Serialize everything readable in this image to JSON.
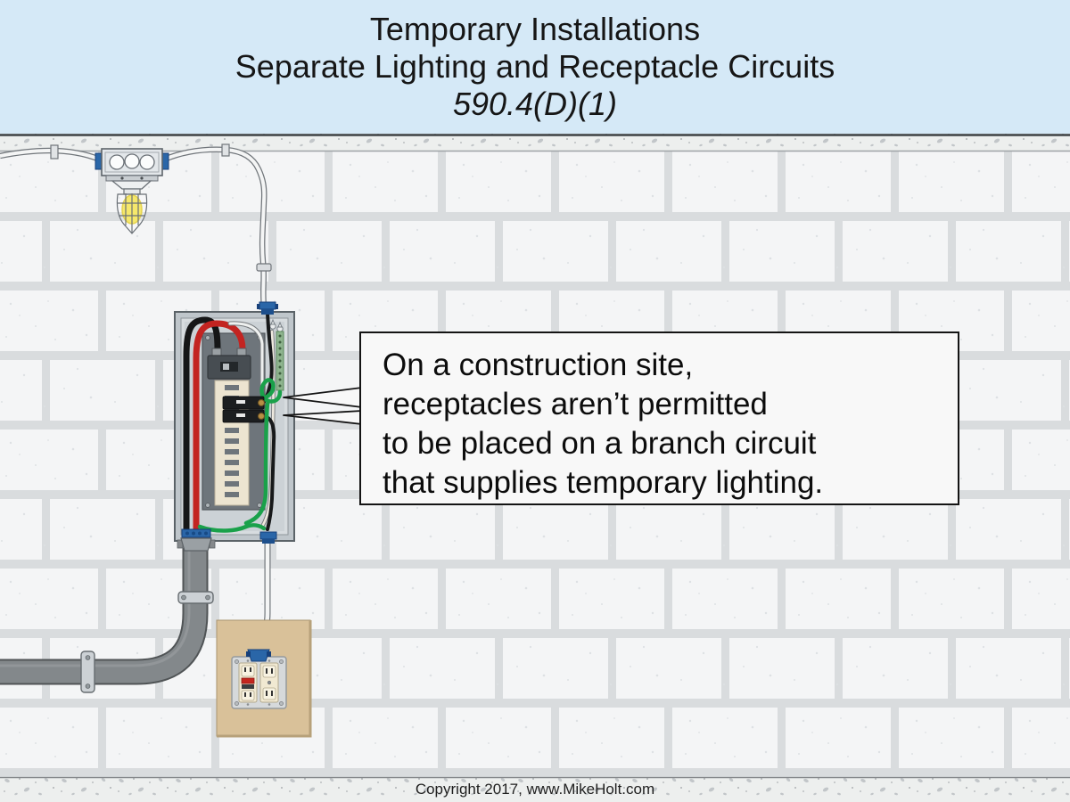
{
  "header": {
    "title_line1": "Temporary Installations",
    "title_line2": "Separate Lighting and Receptacle Circuits",
    "code_reference": "590.4(D)(1)"
  },
  "callout": {
    "lines": [
      "On a construction site,",
      "receptacles aren’t permitted",
      "to be placed on a branch circuit",
      "that supplies temporary lighting."
    ]
  },
  "footer": {
    "copyright": "Copyright 2017, www.MikeHolt.com"
  },
  "colors": {
    "header_bg": "#d5e9f7",
    "brick": "#f4f5f6",
    "mortar": "#d9dcde",
    "concrete_band": "#edefee",
    "callout_bg": "#f8f8f8",
    "conduit_gray": "#83888b",
    "wire_black": "#151617",
    "wire_red": "#c32421",
    "wire_green": "#1aa14a",
    "wire_white": "#f4f5f5",
    "connector_blue": "#2a66a8",
    "panel_enclosure": "#bfc6cb",
    "panel_deadfront": "#6e757b",
    "breaker_column": "#ece4d0",
    "receptacle_board_tan": "#d9c199",
    "device_cream": "#f1e9d2",
    "gfci_test_red": "#c4261f",
    "lamp_yellow": "#f3e13a"
  },
  "diagram": {
    "parts": {
      "light_fixture": "temporary lighting lamp with wire guard",
      "junction_box": "ceiling junction box",
      "panelboard": "temporary power panelboard",
      "main_breaker": "main breaker",
      "branch_breakers": "branch circuit breakers",
      "conduit": "feeder conduit",
      "receptacle_outlet": "GFCI and duplex receptacles on board"
    }
  }
}
